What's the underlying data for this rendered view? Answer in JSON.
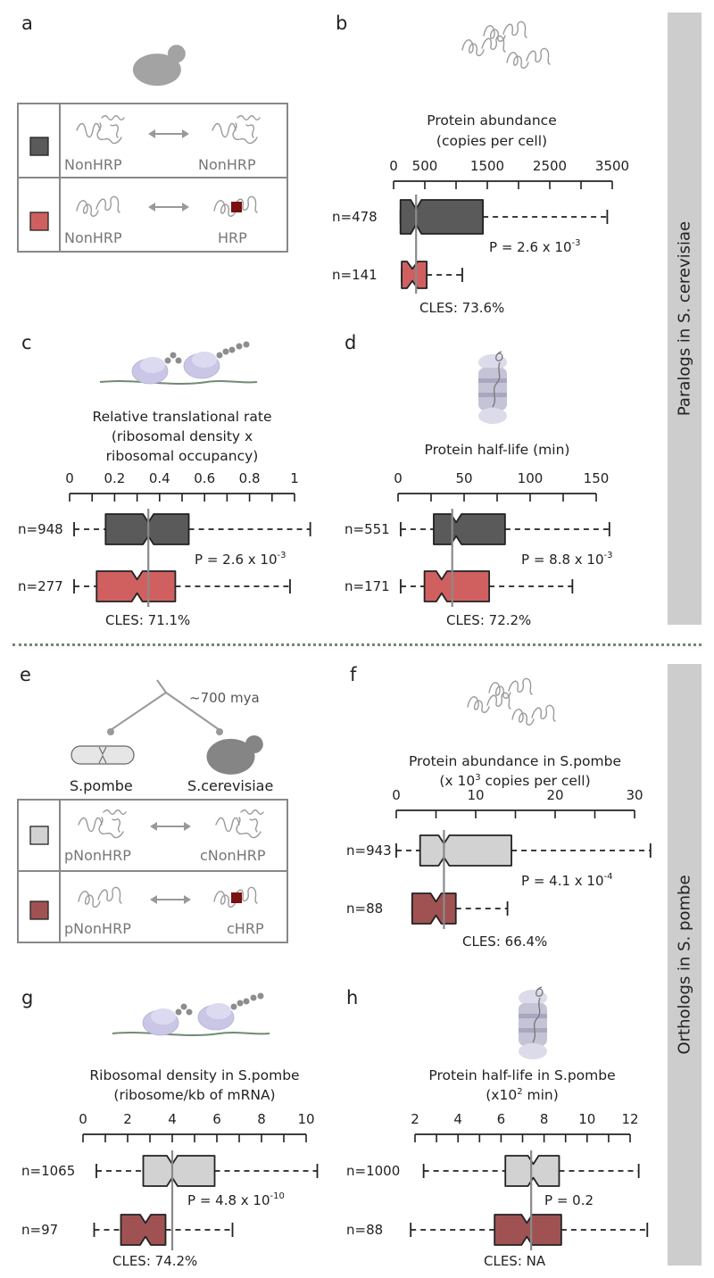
{
  "panel_letters": [
    "a",
    "b",
    "c",
    "d",
    "e",
    "f",
    "g",
    "h"
  ],
  "side_labels": [
    "Paralogs in S. cerevisiae",
    "Orthologs in S. pombe"
  ],
  "schematic_a": {
    "row1": {
      "left": "NonHRP",
      "right": "NonHRP"
    },
    "row2": {
      "left": "NonHRP",
      "right": "HRP"
    }
  },
  "schematic_e": {
    "tree_label": "~700 mya",
    "species_left": "S.pombe",
    "species_right": "S.cerevisiae",
    "row1": {
      "left": "pNonHRP",
      "right": "cNonHRP"
    },
    "row2": {
      "left": "pNonHRP",
      "right": "cHRP"
    }
  },
  "colors": {
    "dark_gray": "#5a5a5a",
    "salmon": "#d06060",
    "light_gray": "#d2d2d2",
    "dark_red": "#a05252",
    "hrp_marker": "#7a1010",
    "divider": "#6e8a6e",
    "sidebar": "#cdcdcd"
  },
  "chart_data": [
    {
      "panel": "b",
      "type": "box",
      "title": [
        "Protein abundance",
        "(copies per cell)"
      ],
      "ticks": [
        0,
        500,
        1500,
        2500,
        3500
      ],
      "tick_labels": [
        "0",
        "500",
        "1500",
        "2500",
        "3500"
      ],
      "minor_ticks": [
        1000,
        2000,
        3000
      ],
      "xlim": [
        0,
        3500
      ],
      "series": [
        {
          "n_label": "n=478",
          "whisker_low": 110,
          "q1": 110,
          "median": 360,
          "q3": 1430,
          "whisker_high": 3420,
          "color": "#5a5a5a"
        },
        {
          "n_label": "n=141",
          "whisker_low": 130,
          "q1": 130,
          "median": 300,
          "q3": 530,
          "whisker_high": 1100,
          "color": "#d06060"
        }
      ],
      "median_line": 360,
      "p_value": "P = 2.6 x 10",
      "p_exp": "-3",
      "cles": "CLES: 73.6%"
    },
    {
      "panel": "c",
      "type": "box",
      "title": [
        "Relative translational rate",
        "(ribosomal density x",
        "ribosomal occupancy)"
      ],
      "ticks": [
        0,
        0.2,
        0.4,
        0.6,
        0.8,
        1
      ],
      "tick_labels": [
        "0",
        "0.2",
        "0.4",
        "0.6",
        "0.8",
        "1"
      ],
      "minor_ticks": [
        0.1,
        0.3,
        0.5,
        0.7,
        0.9
      ],
      "xlim": [
        0,
        1
      ],
      "series": [
        {
          "n_label": "n=948",
          "whisker_low": 0.02,
          "q1": 0.16,
          "median": 0.35,
          "q3": 0.53,
          "whisker_high": 1.07,
          "color": "#5a5a5a"
        },
        {
          "n_label": "n=277",
          "whisker_low": 0.02,
          "q1": 0.12,
          "median": 0.3,
          "q3": 0.47,
          "whisker_high": 0.98,
          "color": "#d06060"
        }
      ],
      "median_line": 0.35,
      "p_value": "P = 2.6 x 10",
      "p_exp": "-3",
      "cles": "CLES: 71.1%"
    },
    {
      "panel": "d",
      "type": "box",
      "title": [
        "Protein half-life (min)"
      ],
      "ticks": [
        0,
        50,
        100,
        150
      ],
      "tick_labels": [
        "0",
        "50",
        "100",
        "150"
      ],
      "minor_ticks": [
        25,
        75,
        125
      ],
      "xlim": [
        0,
        150
      ],
      "series": [
        {
          "n_label": "n=551",
          "whisker_low": 2,
          "q1": 27,
          "median": 44,
          "q3": 81,
          "whisker_high": 160,
          "color": "#5a5a5a"
        },
        {
          "n_label": "n=171",
          "whisker_low": 2,
          "q1": 20,
          "median": 33,
          "q3": 69,
          "whisker_high": 132,
          "color": "#d06060"
        }
      ],
      "median_line": 41,
      "p_value": "P = 8.8 x 10",
      "p_exp": "-3",
      "cles": "CLES: 72.2%"
    },
    {
      "panel": "f",
      "type": "box",
      "title": [
        "Protein abundance in S.pombe",
        "(x 10^3 copies per cell)"
      ],
      "ticks": [
        0,
        10,
        20,
        30
      ],
      "tick_labels": [
        "0",
        "10",
        "20",
        "30"
      ],
      "minor_ticks": [
        5,
        15,
        25
      ],
      "xlim": [
        0,
        30
      ],
      "series": [
        {
          "n_label": "n=943",
          "whisker_low": 0,
          "q1": 3,
          "median": 6,
          "q3": 14.5,
          "whisker_high": 32,
          "color": "#d2d2d2"
        },
        {
          "n_label": "n=88",
          "whisker_low": 2,
          "q1": 2,
          "median": 5,
          "q3": 7.5,
          "whisker_high": 14,
          "color": "#a05252"
        }
      ],
      "median_line": 6,
      "p_value": "P = 4.1 x 10",
      "p_exp": "-4",
      "cles": "CLES: 66.4%"
    },
    {
      "panel": "g",
      "type": "box",
      "title": [
        "Ribosomal density in S.pombe",
        "(ribosome/kb of mRNA)"
      ],
      "ticks": [
        0,
        2,
        4,
        6,
        8,
        10
      ],
      "tick_labels": [
        "0",
        "2",
        "4",
        "6",
        "8",
        "10"
      ],
      "minor_ticks": [
        1,
        3,
        5,
        7,
        9
      ],
      "xlim": [
        0,
        10
      ],
      "series": [
        {
          "n_label": "n=1065",
          "whisker_low": 0.6,
          "q1": 2.7,
          "median": 4.0,
          "q3": 5.9,
          "whisker_high": 10.5,
          "color": "#d2d2d2"
        },
        {
          "n_label": "n=97",
          "whisker_low": 0.5,
          "q1": 1.7,
          "median": 2.8,
          "q3": 3.7,
          "whisker_high": 6.7,
          "color": "#a05252"
        }
      ],
      "median_line": 4.0,
      "p_value": "P = 4.8 x 10",
      "p_exp": "-10",
      "cles": "CLES: 74.2%"
    },
    {
      "panel": "h",
      "type": "box",
      "title": [
        "Protein half-life in S.pombe",
        "(x10^2 min)"
      ],
      "ticks": [
        2,
        4,
        6,
        8,
        10,
        12
      ],
      "tick_labels": [
        "2",
        "4",
        "6",
        "8",
        "10",
        "12"
      ],
      "minor_ticks": [
        3,
        5,
        7,
        9,
        11
      ],
      "xlim": [
        2,
        12
      ],
      "series": [
        {
          "n_label": "n=1000",
          "whisker_low": 2.4,
          "q1": 6.2,
          "median": 7.5,
          "q3": 8.7,
          "whisker_high": 12.4,
          "color": "#d2d2d2"
        },
        {
          "n_label": "n=88",
          "whisker_low": 1.8,
          "q1": 5.7,
          "median": 7.2,
          "q3": 8.8,
          "whisker_high": 12.8,
          "color": "#a05252"
        }
      ],
      "median_line": 7.4,
      "p_value": "P = 0.2",
      "p_exp": "",
      "cles": "CLES: NA"
    }
  ]
}
